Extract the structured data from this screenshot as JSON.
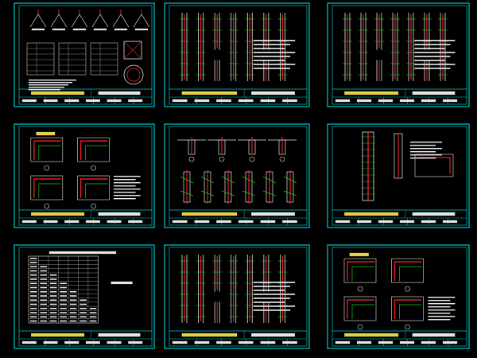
{
  "colors": {
    "background": "#000000",
    "sheet_border": "#00c8c8",
    "line_work": "#e6e6e6",
    "rebar_red": "#e02020",
    "annotation_green": "#19c819",
    "highlight_yellow": "#e6d24a"
  },
  "sheets": [
    {
      "id": 1,
      "pattern": "details-grid"
    },
    {
      "id": 2,
      "pattern": "column-elevations"
    },
    {
      "id": 3,
      "pattern": "column-elevations"
    },
    {
      "id": 4,
      "pattern": "corner-details"
    },
    {
      "id": 5,
      "pattern": "joint-details"
    },
    {
      "id": 6,
      "pattern": "wall-section"
    },
    {
      "id": 7,
      "pattern": "table"
    },
    {
      "id": 8,
      "pattern": "column-elevations"
    },
    {
      "id": 9,
      "pattern": "corner-details"
    }
  ]
}
